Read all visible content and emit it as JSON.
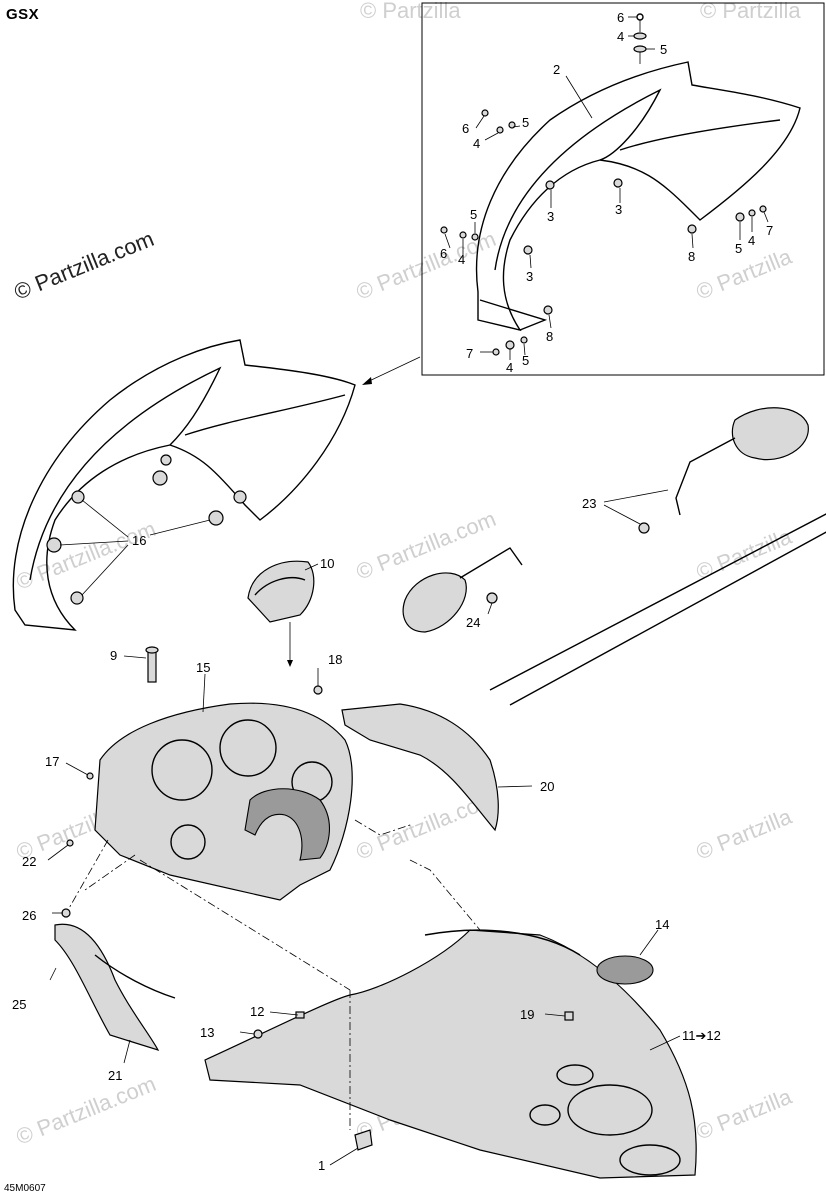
{
  "model_label": "GSX",
  "drawing_number": "45M0607",
  "watermark_text": "© Partzilla.com",
  "watermark_short": "© Partzilla",
  "callouts": {
    "c1": "1",
    "c2": "2",
    "c3a": "3",
    "c3b": "3",
    "c3c": "3",
    "c4a": "4",
    "c4b": "4",
    "c4c": "4",
    "c4d": "4",
    "c4e": "4",
    "c5a": "5",
    "c5b": "5",
    "c5c": "5",
    "c5d": "5",
    "c5e": "5",
    "c6a": "6",
    "c6b": "6",
    "c6c": "6",
    "c7a": "7",
    "c7b": "7",
    "c8a": "8",
    "c8b": "8",
    "c9": "9",
    "c10": "10",
    "c11": "11➔12",
    "c12": "12",
    "c13": "13",
    "c14": "14",
    "c15": "15",
    "c16": "16",
    "c17": "17",
    "c18": "18",
    "c19": "19",
    "c20": "20",
    "c21": "21",
    "c22": "22",
    "c23": "23",
    "c24": "24",
    "c25": "25",
    "c26": "26"
  }
}
